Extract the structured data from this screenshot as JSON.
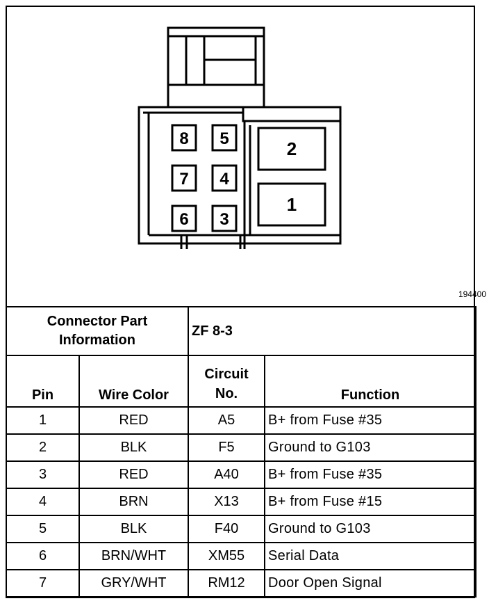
{
  "figure_id": "194400",
  "connector": {
    "pins_left": [
      {
        "col": "left",
        "row": 0,
        "label": "8"
      },
      {
        "col": "right",
        "row": 0,
        "label": "5"
      },
      {
        "col": "left",
        "row": 1,
        "label": "7"
      },
      {
        "col": "right",
        "row": 1,
        "label": "4"
      },
      {
        "col": "left",
        "row": 2,
        "label": "6"
      },
      {
        "col": "right",
        "row": 2,
        "label": "3"
      }
    ],
    "pins_large": [
      {
        "label": "2"
      },
      {
        "label": "1"
      }
    ]
  },
  "part_info": {
    "label_line1": "Connector Part",
    "label_line2": "Information",
    "value": "ZF 8-3"
  },
  "columns": {
    "pin": "Pin",
    "wire_color": "Wire Color",
    "circuit_line1": "Circuit",
    "circuit_line2": "No.",
    "function": "Function"
  },
  "rows": [
    {
      "pin": "1",
      "wire_color": "RED",
      "circuit": "A5",
      "function": "B+ from Fuse #35"
    },
    {
      "pin": "2",
      "wire_color": "BLK",
      "circuit": "F5",
      "function": "Ground to G103"
    },
    {
      "pin": "3",
      "wire_color": "RED",
      "circuit": "A40",
      "function": "B+ from Fuse #35"
    },
    {
      "pin": "4",
      "wire_color": "BRN",
      "circuit": "X13",
      "function": "B+ from Fuse #15"
    },
    {
      "pin": "5",
      "wire_color": "BLK",
      "circuit": "F40",
      "function": "Ground to G103"
    },
    {
      "pin": "6",
      "wire_color": "BRN/WHT",
      "circuit": "XM55",
      "function": "Serial Data"
    },
    {
      "pin": "7",
      "wire_color": "GRY/WHT",
      "circuit": "RM12",
      "function": "Door Open Signal"
    }
  ]
}
